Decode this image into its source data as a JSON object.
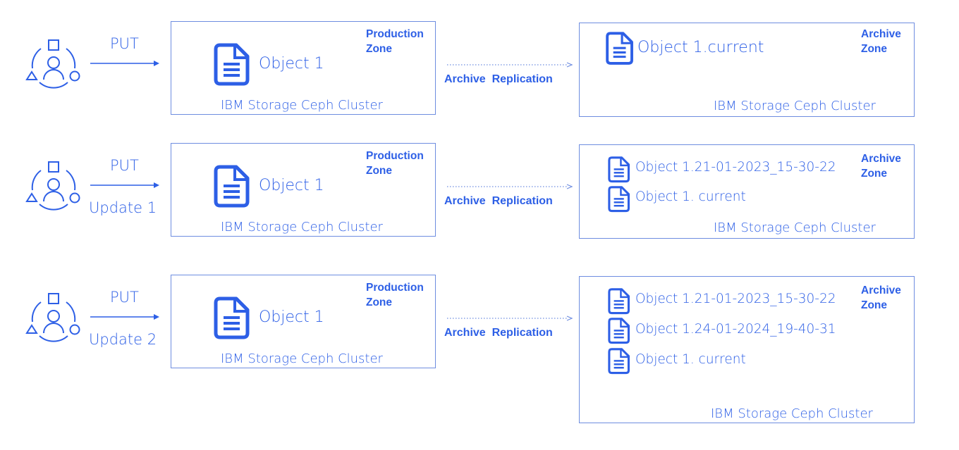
{
  "colors": {
    "accent": "#2d5fe6",
    "border": "#6e8de0"
  },
  "rows": [
    {
      "put_label": "PUT",
      "update_label": "",
      "production": {
        "zone_line1": "Production",
        "zone_line2": "Zone",
        "object": "Object 1",
        "cluster": "IBM Storage Ceph Cluster"
      },
      "replication": {
        "word1": "Archive",
        "word2": "Replication"
      },
      "archive": {
        "zone_line1": "Archive",
        "zone_line2": "Zone",
        "objects": [
          "Object 1.current"
        ],
        "cluster": "IBM Storage Ceph Cluster"
      }
    },
    {
      "put_label": "PUT",
      "update_label": "Update 1",
      "production": {
        "zone_line1": "Production",
        "zone_line2": "Zone",
        "object": "Object 1",
        "cluster": "IBM Storage Ceph Cluster"
      },
      "replication": {
        "word1": "Archive",
        "word2": "Replication"
      },
      "archive": {
        "zone_line1": "Archive",
        "zone_line2": "Zone",
        "objects": [
          "Object 1.21-01-2023_15-30-22",
          "Object 1. current"
        ],
        "cluster": "IBM Storage Ceph Cluster"
      }
    },
    {
      "put_label": "PUT",
      "update_label": "Update 2",
      "production": {
        "zone_line1": "Production",
        "zone_line2": "Zone",
        "object": "Object 1",
        "cluster": "IBM Storage Ceph Cluster"
      },
      "replication": {
        "word1": "Archive",
        "word2": "Replication"
      },
      "archive": {
        "zone_line1": "Archive",
        "zone_line2": "Zone",
        "objects": [
          "Object 1.21-01-2023_15-30-22",
          "Object 1.24-01-2024_19-40-31",
          "Object 1. current"
        ],
        "cluster": "IBM Storage Ceph Cluster"
      }
    }
  ],
  "icons": {
    "user": "user-group-icon",
    "doc": "document-icon"
  }
}
